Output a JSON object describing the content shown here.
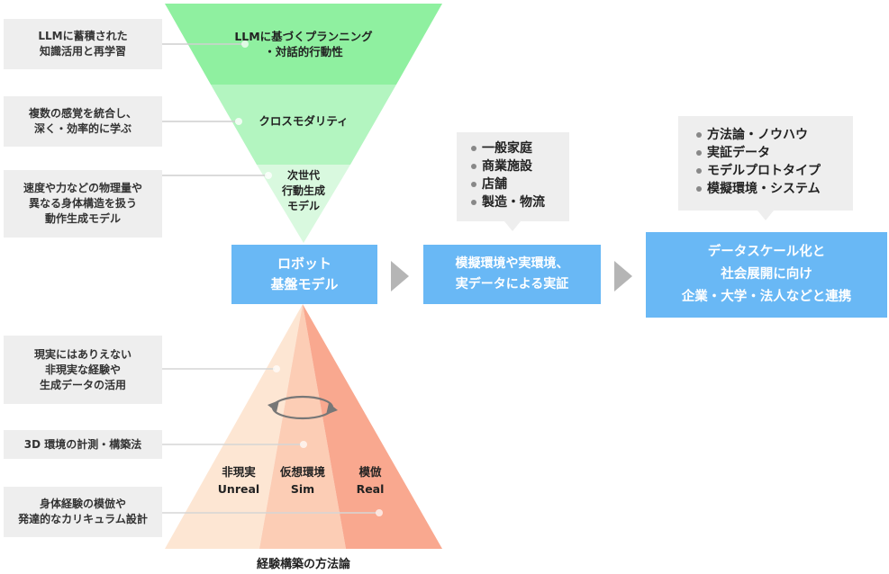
{
  "inverted_triangle": {
    "layers": [
      {
        "lines": [
          "LLMに基づくプランニング",
          "・対話的行動性"
        ]
      },
      {
        "lines": [
          "クロスモダリティ"
        ]
      },
      {
        "lines": [
          "次世代",
          "行動生成",
          "モデル"
        ]
      }
    ],
    "notes": [
      {
        "lines": [
          "LLMに蓄積された",
          "知識活用と再学習"
        ]
      },
      {
        "lines": [
          "複数の感覚を統合し、",
          "深く・効率的に学ぶ"
        ]
      },
      {
        "lines": [
          "速度や力などの物理量や",
          "異なる身体構造を扱う",
          "動作生成モデル"
        ]
      }
    ],
    "colors": {
      "layer1": "#8ff0a0",
      "layer2": "#b3f5c0",
      "layer3": "#d9f9df"
    }
  },
  "flow": {
    "boxes": [
      {
        "lines": [
          "ロボット",
          "基盤モデル"
        ]
      },
      {
        "lines": [
          "模擬環境や実環境、",
          "実データによる実証"
        ]
      },
      {
        "lines": [
          "データスケール化と",
          "社会展開に向け",
          "企業・大学・法人などと連携"
        ]
      }
    ],
    "bubbles": [
      {
        "items": [
          "一般家庭",
          "商業施設",
          "店舗",
          "製造・物流"
        ]
      },
      {
        "items": [
          "方法論・ノウハウ",
          "実証データ",
          "モデルプロトタイプ",
          "模擬環境・システム"
        ]
      }
    ],
    "colors": {
      "box": "#69b8f5",
      "arrow": "#b5b5b5"
    }
  },
  "pyramid": {
    "columns": [
      {
        "ja": "非現実",
        "en": "Unreal"
      },
      {
        "ja": "仮想環境",
        "en": "Sim"
      },
      {
        "ja": "模倣",
        "en": "Real"
      }
    ],
    "notes": [
      {
        "lines": [
          "現実にはありえない",
          "非現実な経験や",
          "生成データの活用"
        ]
      },
      {
        "lines": [
          "3D 環境の計測・構築法"
        ]
      },
      {
        "lines": [
          "身体経験の模倣や",
          "発達的なカリキュラム設計"
        ]
      }
    ],
    "caption": "経験構築の方法論",
    "colors": {
      "left": "#fde6d3",
      "middle": "#fccdb5",
      "right": "#f9a88f"
    }
  }
}
